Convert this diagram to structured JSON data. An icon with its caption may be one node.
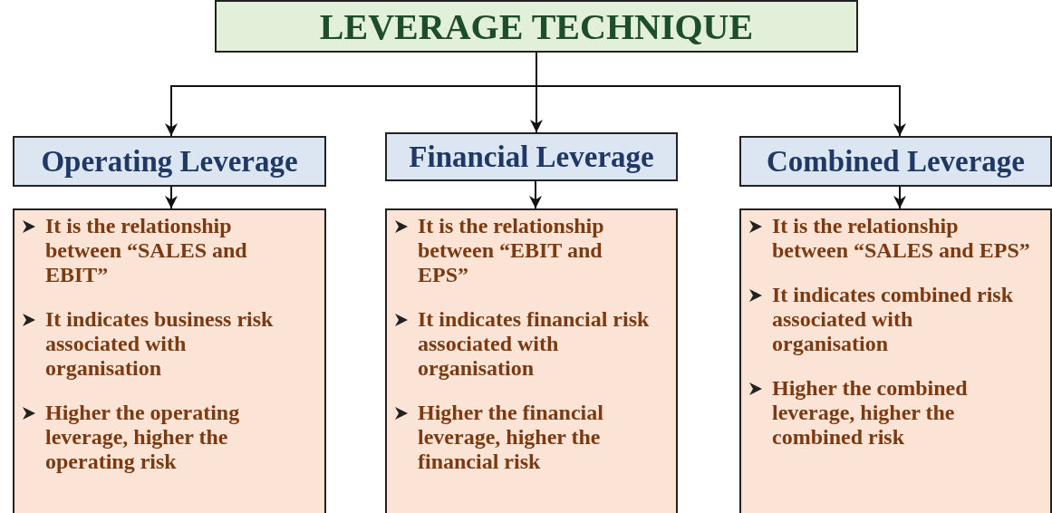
{
  "diagram": {
    "nodes": [
      {
        "text": [
          "LEVERAGE TECHNIQUE"
        ]
      },
      {
        "text": [
          "Operating Leverage"
        ]
      },
      {
        "text": [
          "Financial Leverage"
        ]
      },
      {
        "text": [
          "Combined Leverage"
        ]
      },
      {
        "text": [
          "It is the relationship between “SALES and EBIT”",
          "It indicates business risk associated with organisation",
          "Higher the operating leverage, higher the operating risk"
        ]
      },
      {
        "text": [
          "It is the relationship between “EBIT and EPS”",
          "It indicates financial risk associated with organisation",
          "Higher the financial leverage, higher the financial risk"
        ]
      },
      {
        "text": [
          "It is the relationship between “SALES and EPS”",
          "It indicates combined risk associated with organisation",
          "Higher the combined leverage, higher the combined risk"
        ]
      }
    ],
    "edges": [
      {
        "from": 0,
        "to": 1,
        "arrow": "to"
      },
      {
        "from": 0,
        "to": 2,
        "arrow": "to"
      },
      {
        "from": 0,
        "to": 3,
        "arrow": "to"
      },
      {
        "from": 1,
        "to": 4,
        "arrow": "to"
      },
      {
        "from": 2,
        "to": 5,
        "arrow": "to"
      },
      {
        "from": 3,
        "to": 6,
        "arrow": "to"
      }
    ]
  }
}
